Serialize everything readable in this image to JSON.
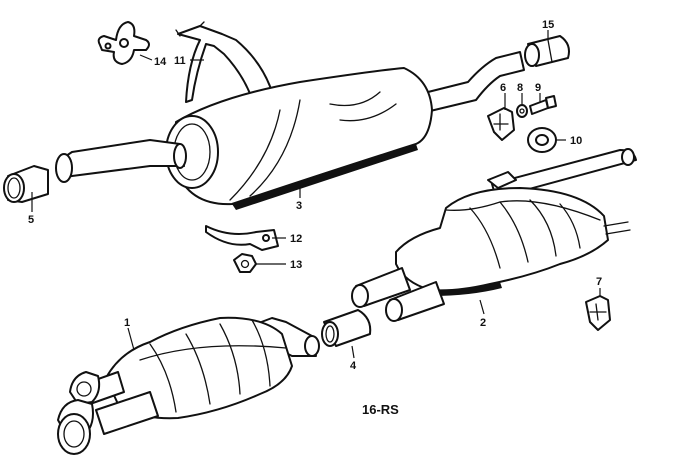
{
  "diagram": {
    "code": "16-RS",
    "callouts": [
      "1",
      "2",
      "3",
      "4",
      "5",
      "6",
      "7",
      "8",
      "9",
      "10",
      "11",
      "12",
      "13",
      "14",
      "15"
    ]
  }
}
